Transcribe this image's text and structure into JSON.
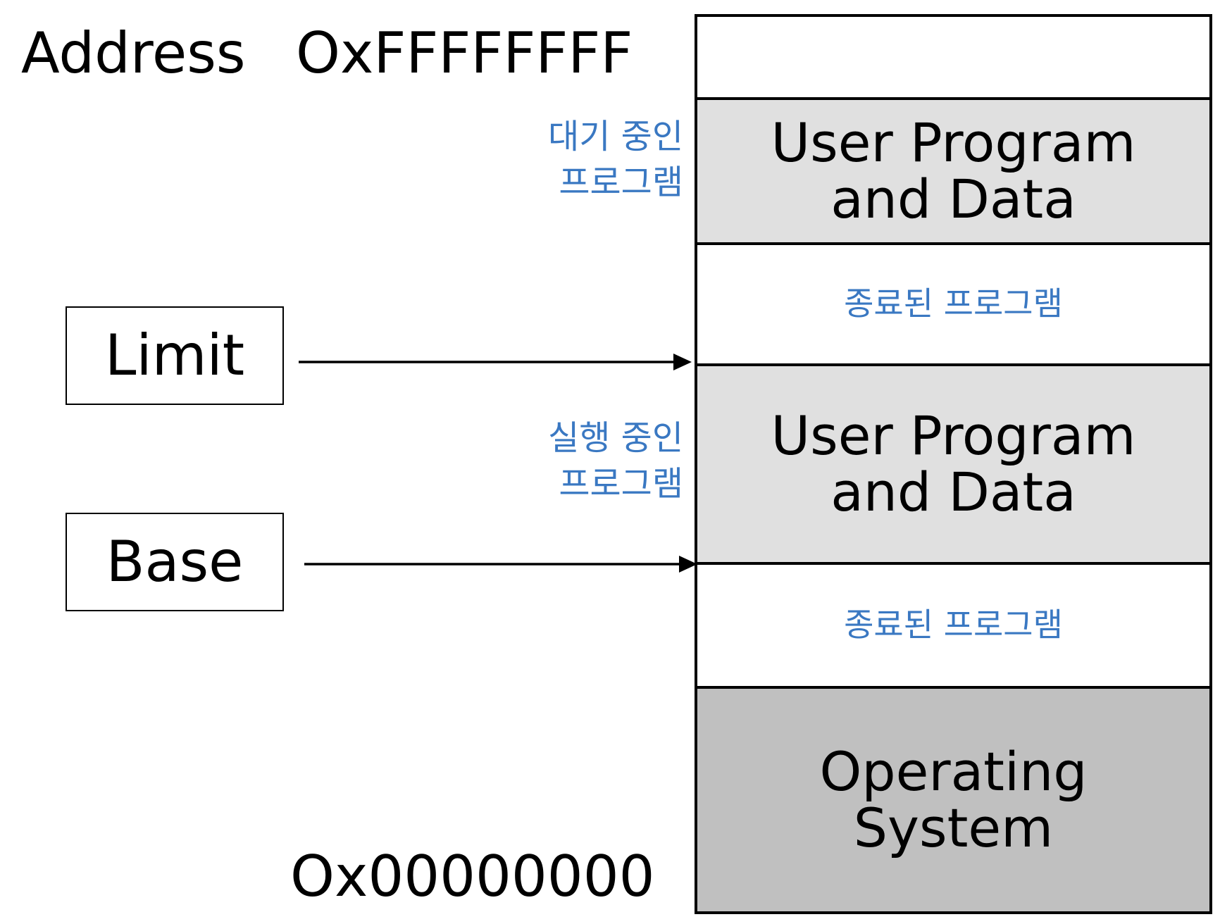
{
  "addresses": {
    "top_label": "Address",
    "top_value": "OxFFFFFFFF",
    "bottom_value": "Ox00000000"
  },
  "registers": {
    "limit": "Limit",
    "base": "Base"
  },
  "side_labels": {
    "waiting": "대기 중인\n프로그램",
    "running": "실행 중인\n프로그램"
  },
  "memory": {
    "free": "",
    "user_program_waiting": "User Program\nand Data",
    "terminated_upper": "종료된 프로그램",
    "user_program_running": "User Program\nand Data",
    "terminated_lower": "종료된 프로그램",
    "os": "Operating\nSystem"
  },
  "colors": {
    "accent_text": "#3a78c2",
    "user_segment": "#e0e0e0",
    "os_segment": "#c0c0c0"
  }
}
